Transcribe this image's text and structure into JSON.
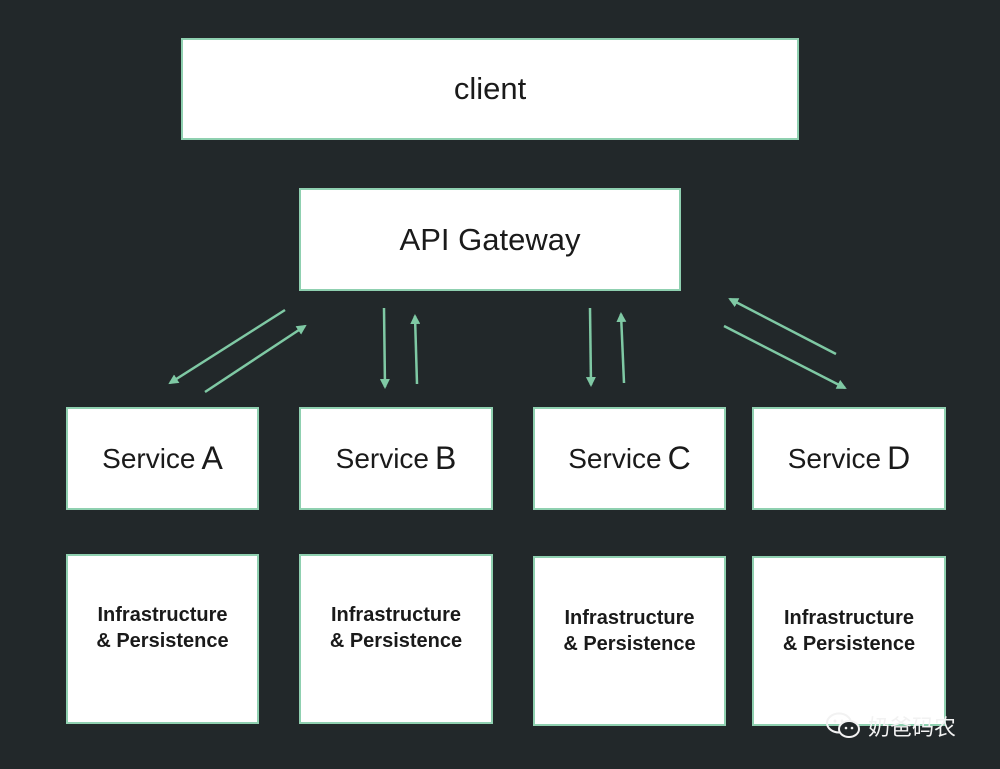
{
  "diagram": {
    "client": {
      "label": "client"
    },
    "gateway": {
      "label": "API Gateway"
    },
    "services": [
      {
        "prefix": "Service",
        "letter": "A"
      },
      {
        "prefix": "Service",
        "letter": "B"
      },
      {
        "prefix": "Service",
        "letter": "C"
      },
      {
        "prefix": "Service",
        "letter": "D"
      }
    ],
    "infrastructure": [
      {
        "line1": "Infrastructure",
        "line2": "& Persistence"
      },
      {
        "line1": "Infrastructure",
        "line2": "& Persistence"
      },
      {
        "line1": "Infrastructure",
        "line2": "& Persistence"
      },
      {
        "line1": "Infrastructure",
        "line2": "& Persistence"
      }
    ],
    "connections": [
      {
        "between": [
          "API Gateway",
          "Service A"
        ],
        "directions": [
          "request",
          "response"
        ]
      },
      {
        "between": [
          "API Gateway",
          "Service B"
        ],
        "directions": [
          "request",
          "response"
        ]
      },
      {
        "between": [
          "API Gateway",
          "Service C"
        ],
        "directions": [
          "request",
          "response"
        ]
      },
      {
        "between": [
          "API Gateway",
          "Service D"
        ],
        "directions": [
          "request",
          "response"
        ]
      }
    ]
  },
  "watermark": {
    "icon": "wechat-icon",
    "text": "奶爸码农"
  },
  "colors": {
    "background": "#22282a",
    "box_fill": "#ffffff",
    "box_border": "#8fd0b0",
    "arrow": "#7fc9a4",
    "text": "#1a1a1a"
  }
}
